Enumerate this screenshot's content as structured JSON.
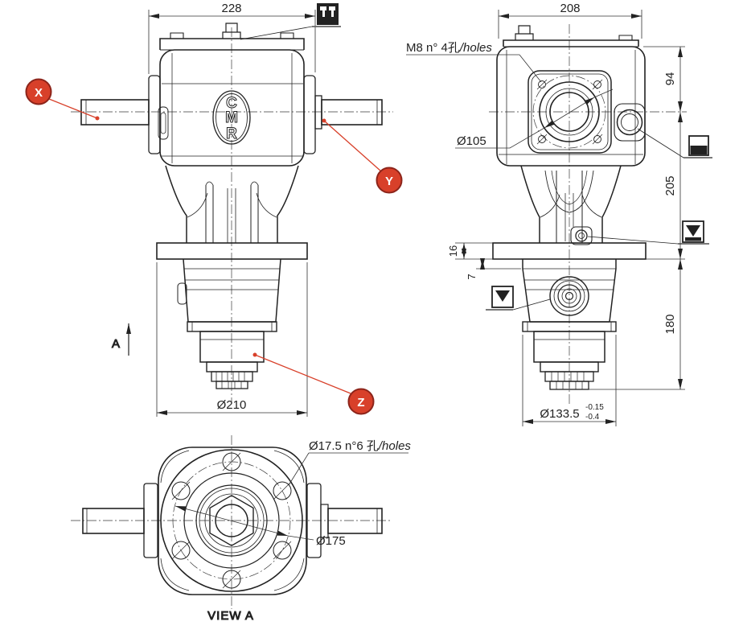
{
  "colors": {
    "ink": "#222222",
    "centerline": "#3a3a3a",
    "callout_red": "#d8402a",
    "callout_border": "#8c241a"
  },
  "front_view": {
    "dim_width": "228",
    "dim_flange": "Ø210",
    "arrow_label": "A",
    "logo_letters": [
      "C",
      "M",
      "R"
    ],
    "callout_x": "X",
    "callout_y": "Y",
    "callout_z": "Z"
  },
  "side_view": {
    "dim_width": "208",
    "dim_top": "94",
    "dim_mid": "205",
    "dim_bottom": "180",
    "dim_flange_thickness": "16",
    "dim_step": "7",
    "holes_label": "M8 n° 4孔",
    "holes_label_suffix": "/holes",
    "dim_bore": "Ø105",
    "dim_hub": "Ø133.5",
    "hub_tol_upper": "-0.15",
    "hub_tol_lower": "-0.4"
  },
  "bottom_view": {
    "holes_label": "Ø17.5 n°6 孔",
    "holes_label_suffix": "/holes",
    "dim_bolt_circle": "Ø175",
    "caption": "VIEW A"
  },
  "symbols": {
    "top": "breather-plug",
    "right": "oil-level-plug",
    "hub_front": "drain-plug",
    "hub_side": "drain-plug"
  }
}
